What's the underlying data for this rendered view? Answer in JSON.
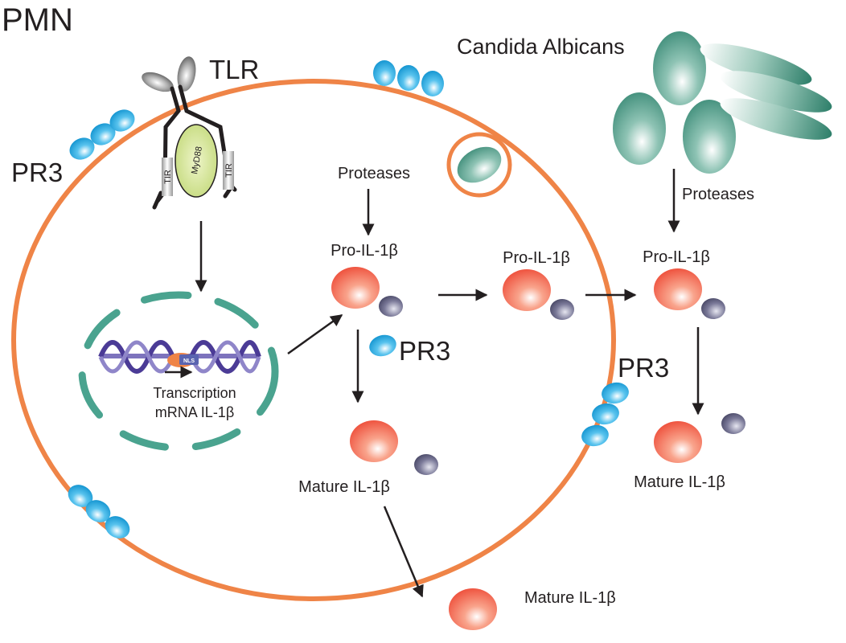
{
  "title": "PMN",
  "labels": {
    "tlr": "TLR",
    "candida": "Candida Albicans",
    "tir_left": "TIR",
    "tir_right": "TIR",
    "myd88": "MyD88",
    "nls": "NLS",
    "transcription": "Transcription",
    "mrna": "mRNA IL-1β",
    "proteases_inside": "Proteases",
    "proteases_outside": "Proteases",
    "pro_il_inside": "Pro-IL-1β",
    "pro_il_phago": "Pro-IL-1β",
    "pro_il_outside": "Pro-IL-1β",
    "mature_inside": "Mature IL-1β",
    "mature_outside_right": "Mature IL-1β",
    "mature_secreted": "Mature IL-1β",
    "pr3_left": "PR3",
    "pr3_inside": "PR3",
    "pr3_right": "PR3"
  },
  "colors": {
    "membrane": "#ef8447",
    "nucleus": "#4aa38f",
    "candida": "#3e8b79",
    "il1b": "#f26448",
    "propeptide": "#56557a",
    "pr3": "#1ea4df",
    "dna": "#4b3b96",
    "myd88": "#cfe18d"
  }
}
